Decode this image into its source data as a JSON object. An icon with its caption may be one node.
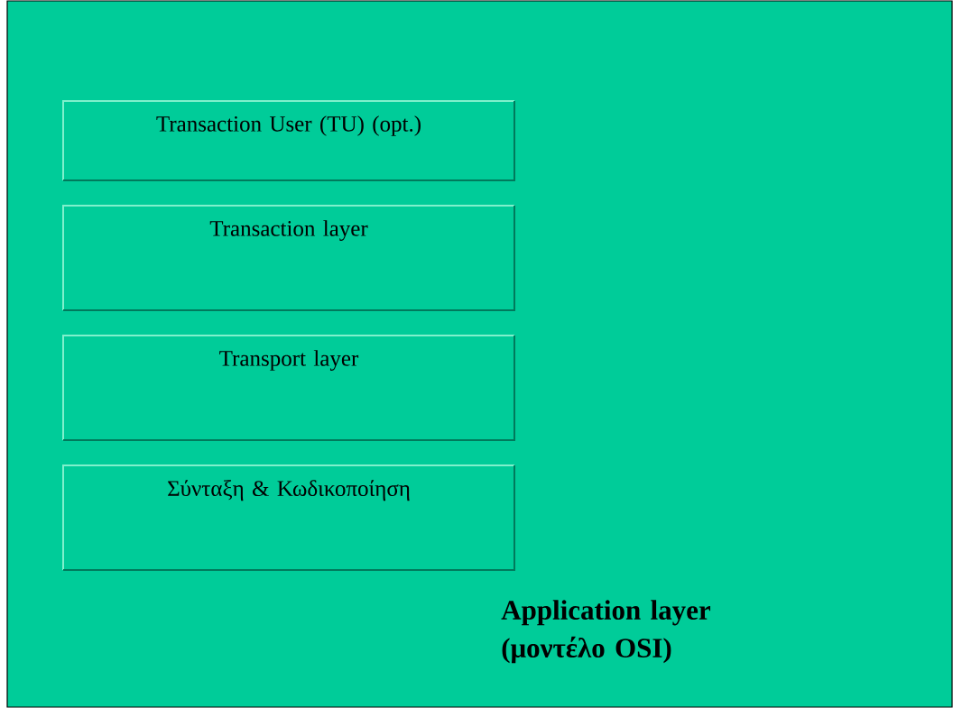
{
  "diagram": {
    "nodes": [
      {
        "text": [
          "Application layer (μοντέλο OSI)"
        ]
      },
      {
        "text": [
          "Transaction User (TU)  (opt.)"
        ],
        "in": 0
      },
      {
        "text": [
          "Transaction layer"
        ],
        "in": 0
      },
      {
        "text": [
          "Transport layer"
        ],
        "in": 0
      },
      {
        "text": [
          "Σύνταξη & Κωδικοποίηση"
        ],
        "in": 0
      }
    ]
  }
}
